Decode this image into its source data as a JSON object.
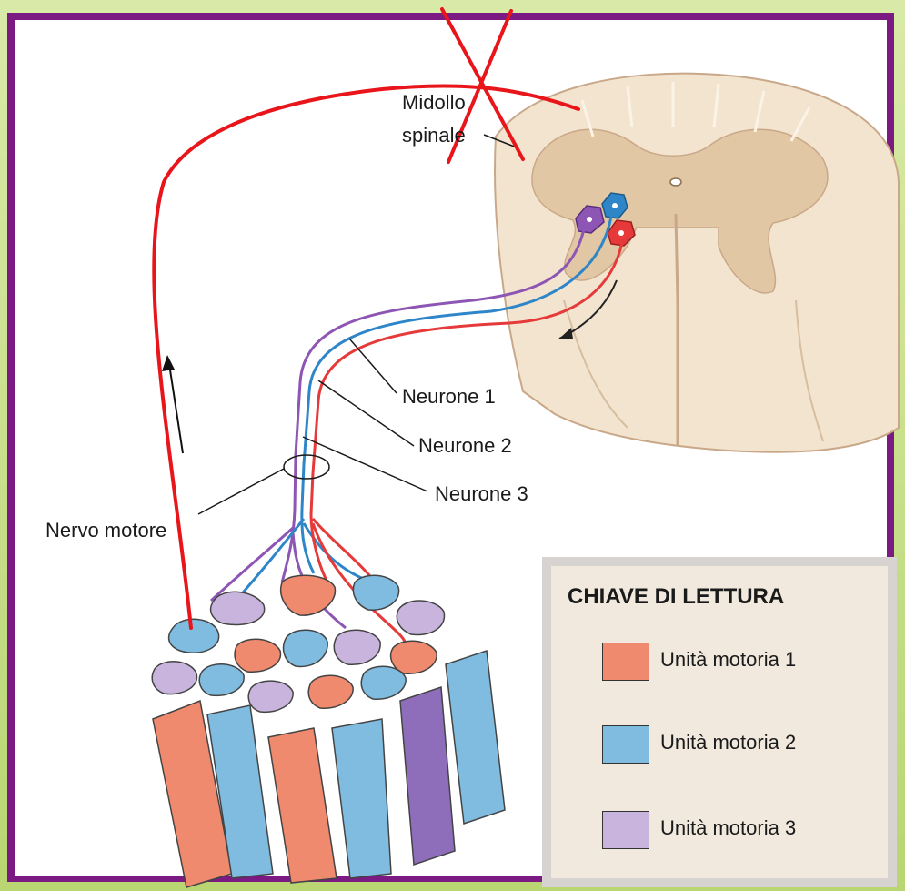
{
  "labels": {
    "spinal_cord_line1": "Midollo",
    "spinal_cord_line2": "spinale",
    "neuron1": "Neurone 1",
    "neuron2": "Neurone 2",
    "neuron3": "Neurone 3",
    "motor_nerve": "Nervo motore"
  },
  "legend": {
    "title": "CHIAVE DI LETTURA",
    "items": [
      {
        "label": "Unità motoria 1",
        "color": "#ef8a6e"
      },
      {
        "label": "Unità motoria 2",
        "color": "#7fbce0"
      },
      {
        "label": "Unità motoria 3",
        "color": "#c9b4dd"
      }
    ]
  },
  "colors": {
    "frame": "#7a1a82",
    "background_green": "#c4de82",
    "annotation_red": "#e8151b",
    "neuron_red": "#e63a3a",
    "neuron_blue": "#2e86c8",
    "neuron_purple": "#8e56b4",
    "spinal_white_matter": "#f3e4cf",
    "spinal_gray_matter": "#e2c7a4"
  }
}
